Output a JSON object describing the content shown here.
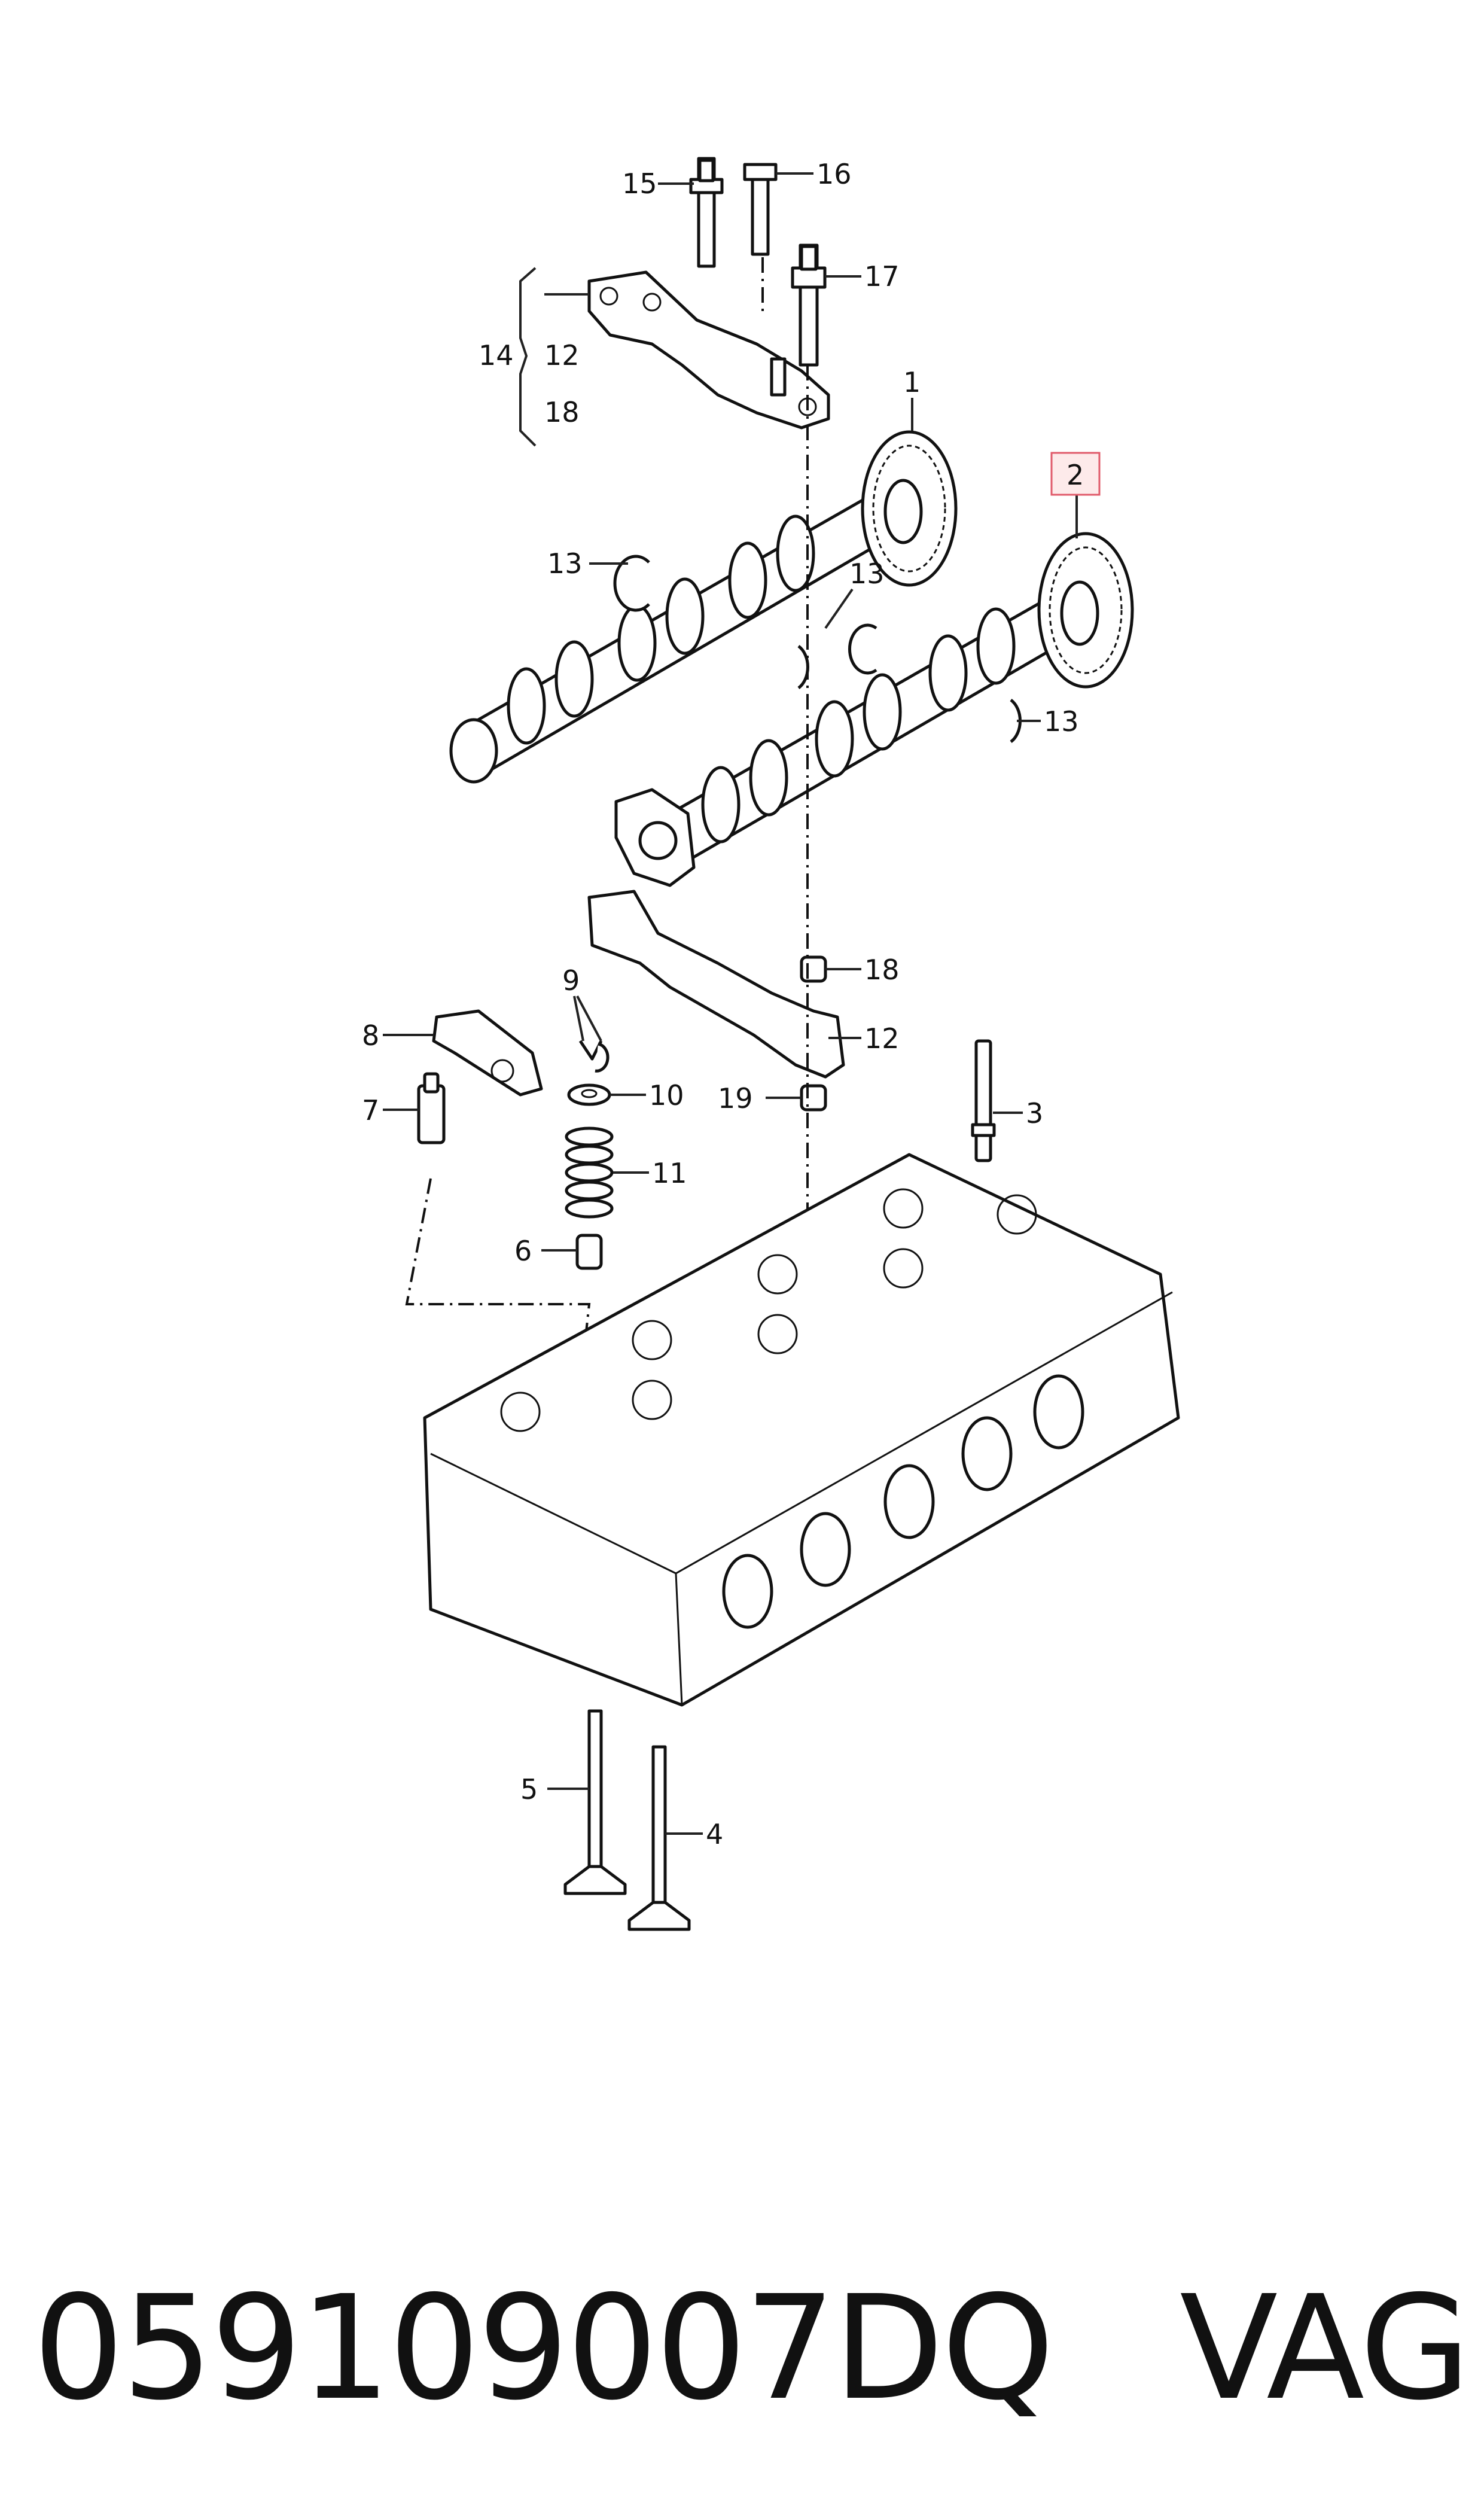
{
  "diagram": {
    "callouts": [
      {
        "id": "c15",
        "text": "15"
      },
      {
        "id": "c16",
        "text": "16"
      },
      {
        "id": "c17",
        "text": "17"
      },
      {
        "id": "c14",
        "text": "14"
      },
      {
        "id": "c12a",
        "text": "12"
      },
      {
        "id": "c18a",
        "text": "18"
      },
      {
        "id": "c1",
        "text": "1"
      },
      {
        "id": "c2",
        "text": "2"
      },
      {
        "id": "c13a",
        "text": "13"
      },
      {
        "id": "c13b",
        "text": "13"
      },
      {
        "id": "c13c",
        "text": "13"
      },
      {
        "id": "c18b",
        "text": "18"
      },
      {
        "id": "c12b",
        "text": "12"
      },
      {
        "id": "c9",
        "text": "9"
      },
      {
        "id": "c8",
        "text": "8"
      },
      {
        "id": "c10",
        "text": "10"
      },
      {
        "id": "c7",
        "text": "7"
      },
      {
        "id": "c19",
        "text": "19"
      },
      {
        "id": "c3",
        "text": "3"
      },
      {
        "id": "c11",
        "text": "11"
      },
      {
        "id": "c6",
        "text": "6"
      },
      {
        "id": "c5",
        "text": "5"
      },
      {
        "id": "c4",
        "text": "4"
      }
    ],
    "highlighted_callout": "2",
    "highlight_color": "#e05a6a"
  },
  "footer": {
    "part_number": "059109007DQ",
    "brand": "VAG"
  }
}
